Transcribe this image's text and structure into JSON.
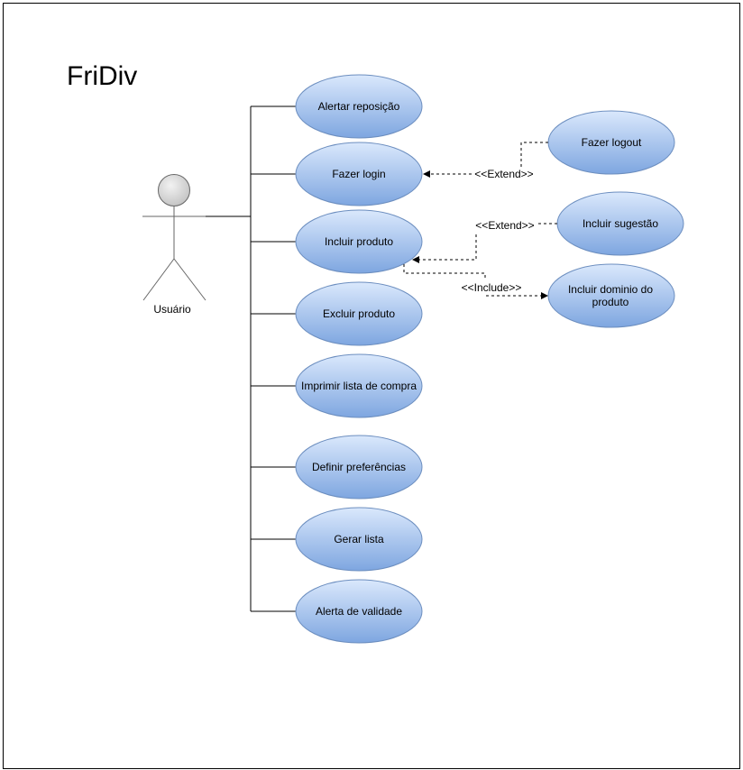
{
  "diagram": {
    "title": "FriDiv",
    "actor": {
      "label": "Usuário"
    },
    "use_cases": {
      "alertar_reposicao": "Alertar reposição",
      "fazer_login": "Fazer login",
      "incluir_produto": "Incluir produto",
      "excluir_produto": "Excluir produto",
      "imprimir_lista": "Imprimir lista de compra",
      "definir_preferencias": "Definir preferências",
      "gerar_lista": "Gerar lista",
      "alerta_validade": "Alerta de validade",
      "fazer_logout": "Fazer logout",
      "incluir_sugestao": "Incluir sugestão",
      "incluir_dominio_line1": "Incluir dominio do",
      "incluir_dominio_line2": "produto"
    },
    "relations": {
      "extend_logout": "<<Extend>>",
      "extend_sugestao": "<<Extend>>",
      "include_dominio": "<<Include>>"
    },
    "colors": {
      "ellipse_top": "#dae8fc",
      "ellipse_bottom": "#7ea6e0",
      "ellipse_stroke": "#6c8ebf",
      "actor_head": "#d0d0d0"
    }
  }
}
